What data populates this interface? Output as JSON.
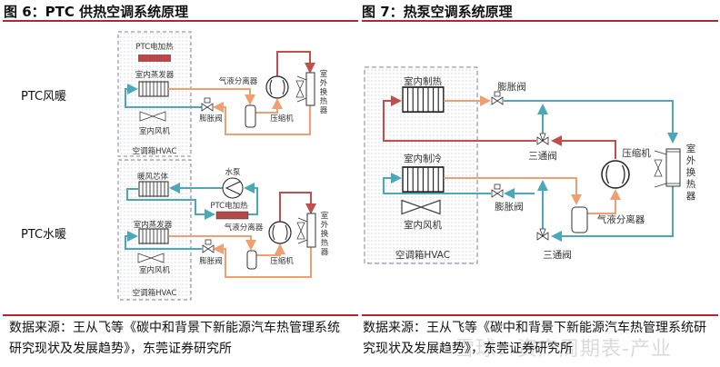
{
  "left": {
    "title": "图 6：PTC 供热空调系统原理",
    "air": {
      "mode_label": "PTC风暖",
      "ptc_heater": "PTC电加热",
      "evaporator": "室内蒸发器",
      "indoor_fan": "室内风机",
      "hvac_box": "空调箱HVAC",
      "expansion_valve": "膨胀阀",
      "separator": "气液分离器",
      "compressor": "压缩机",
      "outdoor_exchanger": [
        "室",
        "外",
        "换",
        "热",
        "器"
      ]
    },
    "water": {
      "mode_label": "PTC水暖",
      "heater_core": "暖风芯体",
      "pump": "水泵",
      "ptc_heater": "PTC电加热",
      "evaporator": "室内蒸发器",
      "indoor_fan": "室内风机",
      "hvac_box": "空调箱HVAC",
      "expansion_valve": "膨胀阀",
      "separator": "气液分离器",
      "compressor": "压缩机",
      "outdoor_exchanger": [
        "室",
        "外",
        "换",
        "热",
        "器"
      ]
    },
    "source_line1": "数据来源：王从飞等《碳中和背景下新能源汽车热管理系统",
    "source_line2": "研究现状及发展趋势》，东莞证券研究所"
  },
  "right": {
    "title": "图 7：热泵空调系统原理",
    "indoor_heating": "室内制热",
    "indoor_cooling": "室内制冷",
    "expansion_valve_top": "膨胀阀",
    "expansion_valve_bottom": "膨胀阀",
    "three_way_top": "三通阀",
    "three_way_bottom": "三通阀",
    "compressor": "压缩机",
    "separator": "气液分离器",
    "indoor_fan": "室内风机",
    "hvac_box": "空调箱HVAC",
    "outdoor_exchanger": [
      "室",
      "外",
      "换",
      "热",
      "器"
    ],
    "source_line1": "数据来源：王从飞等《碳中和背景下新能源汽车热管理系统研",
    "source_line2": "究现状及发展趋势》，东莞证券研究所"
  },
  "watermark": "雪球：资产周期表-产业",
  "colors": {
    "hot": "#c0504d",
    "warm": "#f0a070",
    "cold": "#4aa8b8",
    "rule": "#b3262c",
    "heater": "#b5484a"
  }
}
